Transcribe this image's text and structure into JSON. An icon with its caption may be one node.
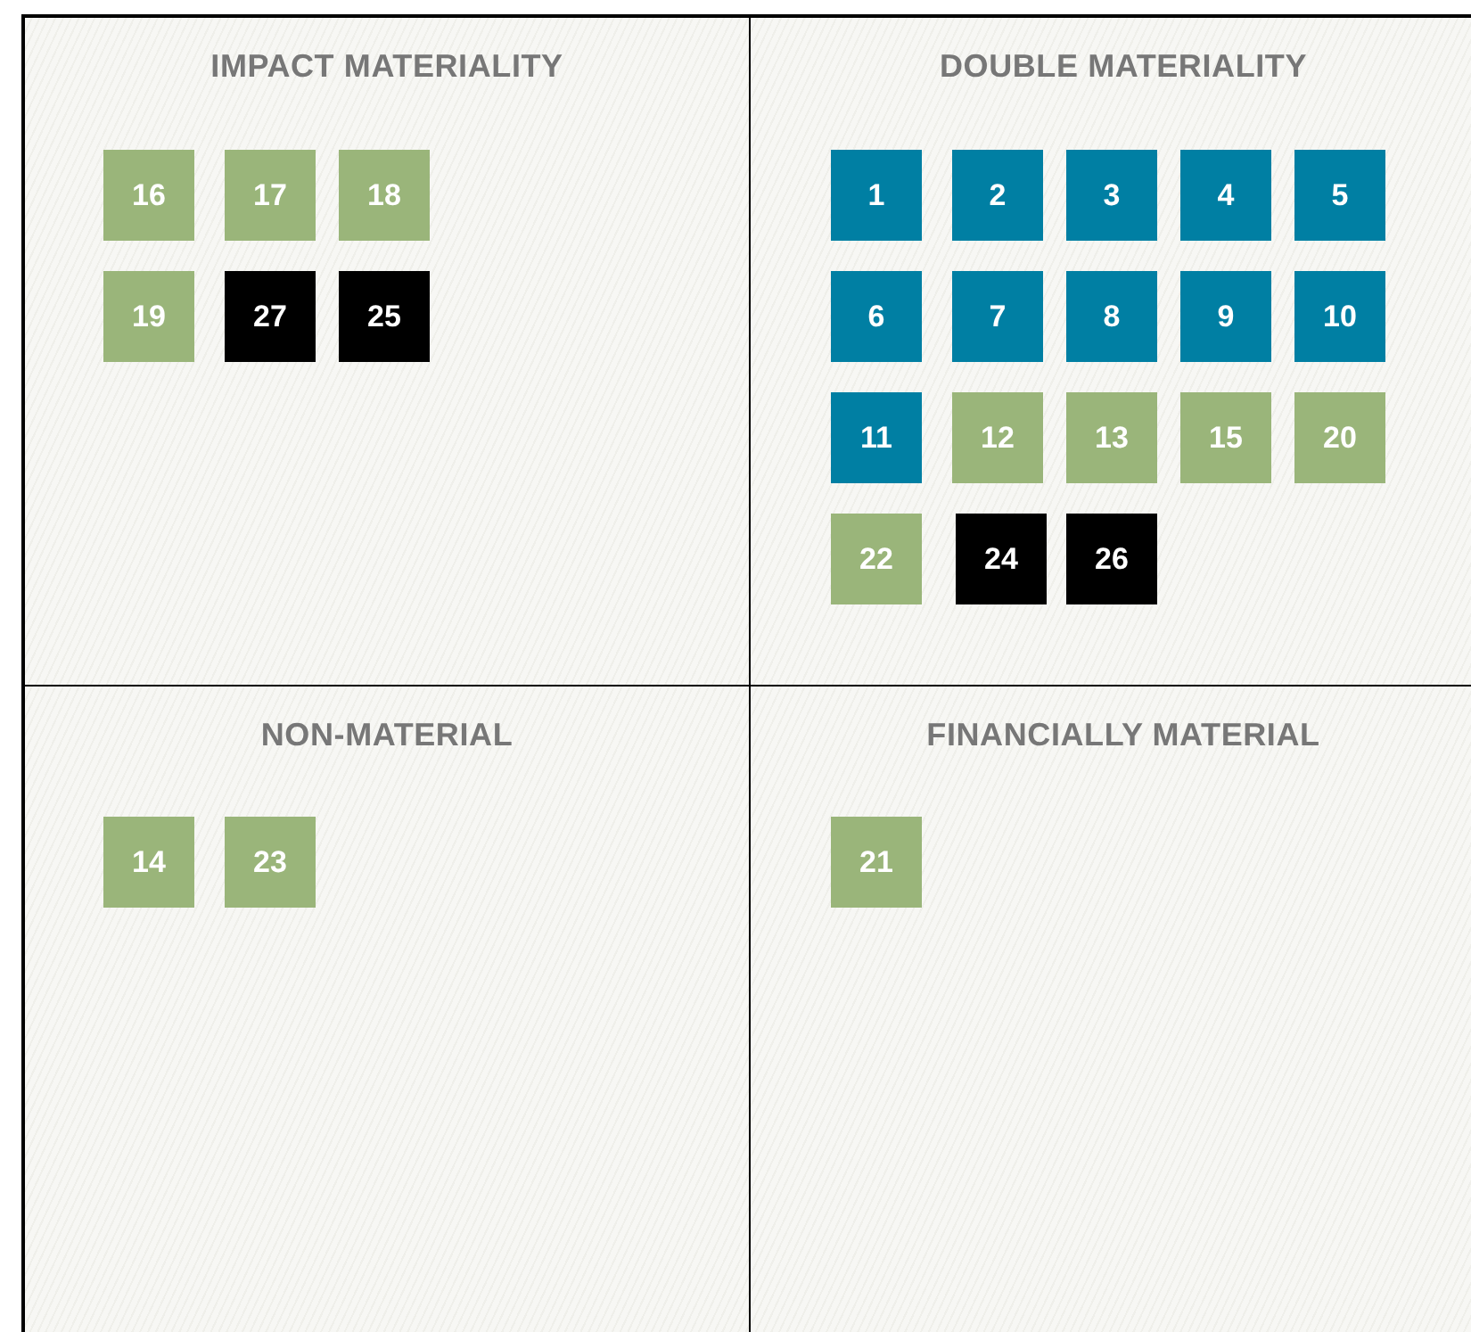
{
  "diagram": {
    "nodes": [
      {
        "text": [
          "IMPACT MATERIALITY"
        ]
      },
      {
        "text": [
          "16"
        ],
        "in": 0
      },
      {
        "text": [
          "17"
        ],
        "in": 0
      },
      {
        "text": [
          "18"
        ],
        "in": 0
      },
      {
        "text": [
          "19"
        ],
        "in": 0
      },
      {
        "text": [
          "27"
        ],
        "in": 0
      },
      {
        "text": [
          "25"
        ],
        "in": 0
      },
      {
        "text": [
          "DOUBLE MATERIALITY"
        ]
      },
      {
        "text": [
          "1"
        ],
        "in": 7
      },
      {
        "text": [
          "2"
        ],
        "in": 7
      },
      {
        "text": [
          "3"
        ],
        "in": 7
      },
      {
        "text": [
          "4"
        ],
        "in": 7
      },
      {
        "text": [
          "5"
        ],
        "in": 7
      },
      {
        "text": [
          "6"
        ],
        "in": 7
      },
      {
        "text": [
          "7"
        ],
        "in": 7
      },
      {
        "text": [
          "8"
        ],
        "in": 7
      },
      {
        "text": [
          "9"
        ],
        "in": 7
      },
      {
        "text": [
          "10"
        ],
        "in": 7
      },
      {
        "text": [
          "11"
        ],
        "in": 7
      },
      {
        "text": [
          "12"
        ],
        "in": 7
      },
      {
        "text": [
          "13"
        ],
        "in": 7
      },
      {
        "text": [
          "15"
        ],
        "in": 7
      },
      {
        "text": [
          "20"
        ],
        "in": 7
      },
      {
        "text": [
          "22"
        ],
        "in": 7
      },
      {
        "text": [
          "24"
        ],
        "in": 7
      },
      {
        "text": [
          "26"
        ],
        "in": 7
      },
      {
        "text": [
          "NON-MATERIAL"
        ]
      },
      {
        "text": [
          "14"
        ],
        "in": 26
      },
      {
        "text": [
          "23"
        ],
        "in": 26
      },
      {
        "text": [
          "FINANCIALLY MATERIAL"
        ]
      },
      {
        "text": [
          "21"
        ],
        "in": 29
      }
    ]
  }
}
